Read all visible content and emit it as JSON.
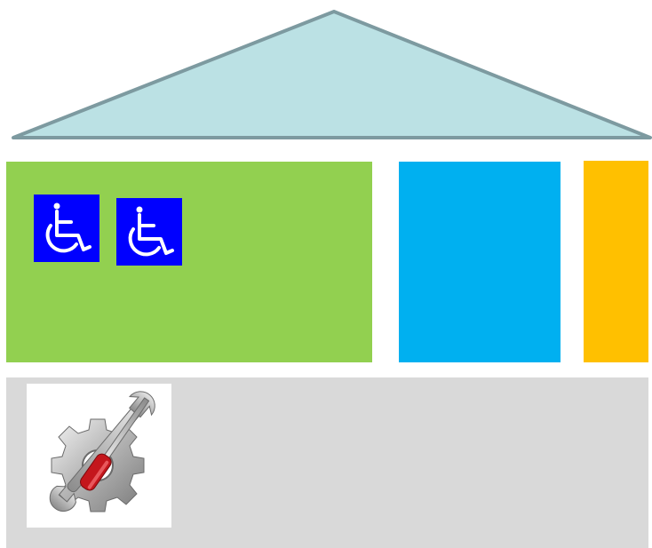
{
  "colors": {
    "roof_fill": "#bbe1e4",
    "roof_stroke": "#7d9aa0",
    "green_block": "#92d050",
    "blue_block": "#00b0f0",
    "orange_block": "#ffc000",
    "gray_block": "#d9d9d9",
    "accessibility_sign_bg": "#0000ff",
    "accessibility_sign_fg": "#ffffff"
  },
  "icons": {
    "accessible": "wheelchair-icon",
    "maintenance": "gear-wrench-screwdriver-icon"
  },
  "blocks": [
    {
      "name": "roof",
      "shape": "triangle"
    },
    {
      "name": "green",
      "shape": "rectangle"
    },
    {
      "name": "blue",
      "shape": "rectangle"
    },
    {
      "name": "orange",
      "shape": "rectangle"
    },
    {
      "name": "gray",
      "shape": "rectangle"
    }
  ]
}
